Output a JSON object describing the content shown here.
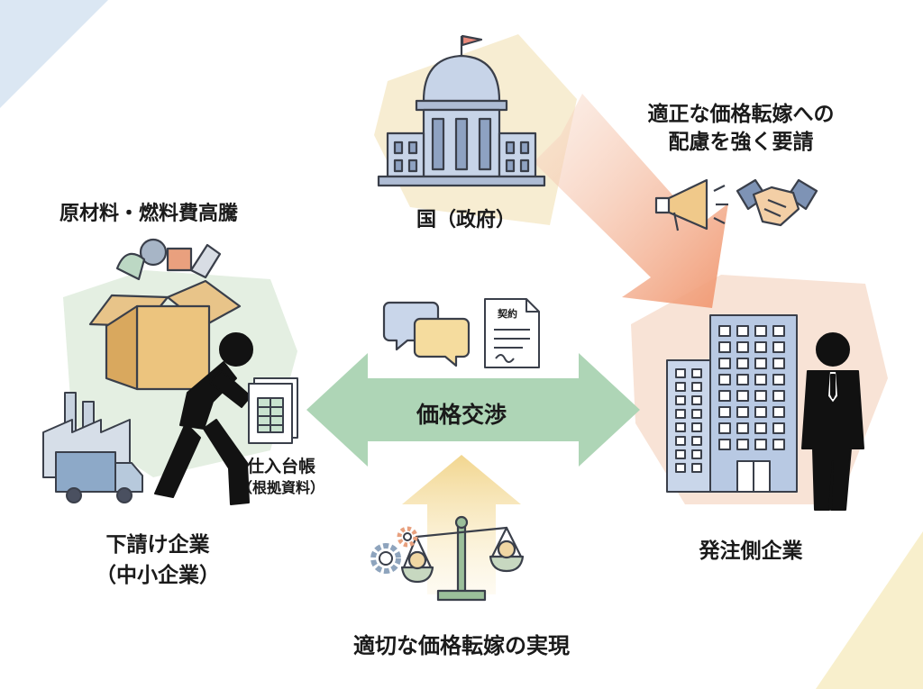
{
  "government": {
    "label": "国（政府）"
  },
  "request": {
    "line1": "適正な価格転嫁への",
    "line2": "配慮を強く要請"
  },
  "subcontractor": {
    "cost_label": "原材料・燃料費高騰",
    "ledger_label": "仕入台帳",
    "ledger_sub": "（根拠資料）",
    "name_line1": "下請け企業",
    "name_line2": "（中小企業）"
  },
  "negotiation": {
    "label": "価格交渉",
    "contract_label": "契約"
  },
  "client": {
    "label": "発注側企業"
  },
  "result": {
    "label": "適切な価格転嫁の実現"
  },
  "icons": {
    "gov": "capitol-building-icon",
    "megaphone": "megaphone-icon",
    "handshake": "handshake-icon",
    "chat": "chat-bubbles-icon",
    "contract": "contract-document-icon",
    "box": "cardboard-box-icon",
    "person": "person-carrying-icon",
    "factory": "factory-icon",
    "truck": "truck-icon",
    "ledger": "ledger-document-icon",
    "office": "office-building-icon",
    "businessman": "businessman-icon",
    "scale": "balance-scale-icon",
    "gears": "gears-icon"
  },
  "colors": {
    "green_arrow": "#a8d2b0",
    "orange_arrow": "#f2a07c",
    "yellow_arrow": "#f3dc9a",
    "building_blue": "#b7c8e0",
    "outline": "#3a3f4a"
  }
}
